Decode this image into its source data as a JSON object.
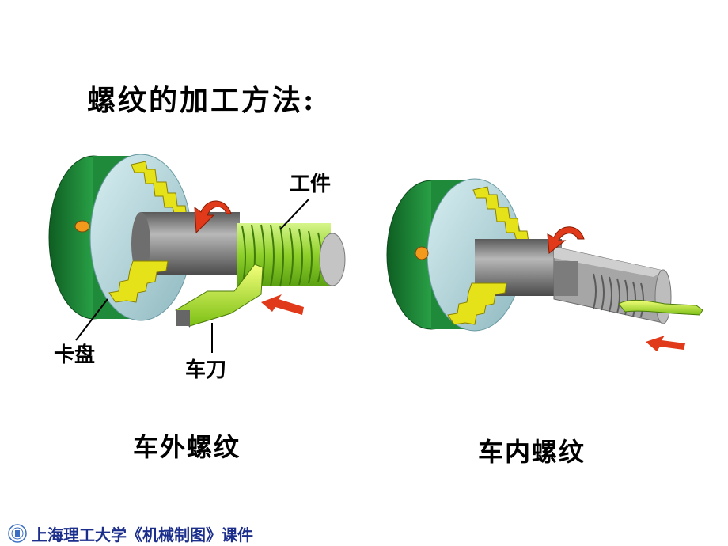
{
  "title": "螺纹的加工方法:",
  "left_diagram": {
    "caption": "车外螺纹",
    "labels": {
      "workpiece": "工件",
      "chuck": "卡盘",
      "tool": "车刀"
    }
  },
  "right_diagram": {
    "caption": "车内螺纹"
  },
  "footer": {
    "text": "上海理工大学《机械制图》课件"
  },
  "colors": {
    "chuck_green": "#1f8a3a",
    "chuck_face": "#b9dce2",
    "jaw_yellow": "#e6e21a",
    "shaft_gray": "#8a8a8a",
    "thread_green": "#a8e03a",
    "arrow_red": "#e03a1a",
    "hole_orange": "#f39a1c"
  }
}
